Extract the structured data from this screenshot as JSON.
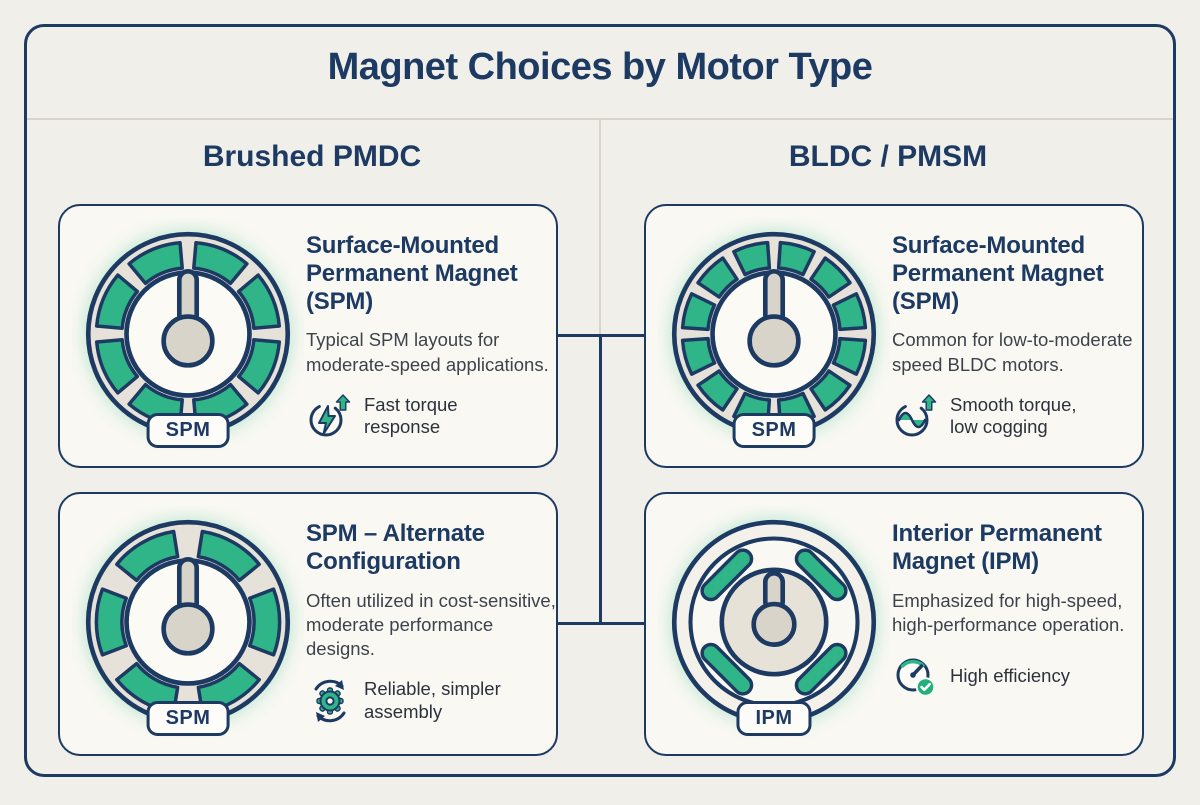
{
  "page": {
    "title": "Magnet Choices by Motor Type"
  },
  "columns": [
    {
      "header": "Brushed PMDC"
    },
    {
      "header": "BLDC / PMSM"
    }
  ],
  "colors": {
    "navy": "#1d3a63",
    "green": "#2fb588",
    "page_bg": "#f1efe9",
    "card_bg": "#f9f8f3",
    "ring_gray": "#e6e2d9",
    "key_gray": "#d9d4ca",
    "divider": "#d8d4cc",
    "body_text": "#3d434b",
    "glow_green": "#7ed3ae"
  },
  "cards": [
    {
      "title": "Surface-Mounted Permanent Magnet (SPM)",
      "body": "Typical SPM layouts for moderate-speed applications.",
      "feature": "Fast torque response",
      "feature_icon": "lightning-cycle-icon",
      "badge": "SPM",
      "diagram": {
        "type": "spm",
        "segments": 8,
        "gap": 10
      }
    },
    {
      "title": "Surface-Mounted Permanent Magnet (SPM)",
      "body": "Common for low-to-moderate speed BLDC motors.",
      "feature": "Smooth torque, low cogging",
      "feature_icon": "sine-wave-cycle-icon",
      "badge": "SPM",
      "diagram": {
        "type": "spm",
        "segments": 12,
        "gap": 8
      }
    },
    {
      "title": "SPM – Alternate Configuration",
      "body": "Often utilized in cost-sensitive, moderate performance designs.",
      "feature": "Reliable, simpler assembly",
      "feature_icon": "gear-sync-icon",
      "badge": "SPM",
      "diagram": {
        "type": "spm",
        "segments": 6,
        "gap": 18
      }
    },
    {
      "title": "Interior Permanent Magnet (IPM)",
      "body": "Emphasized for high-speed, high-performance operation.",
      "feature": "High efficiency",
      "feature_icon": "gauge-check-icon",
      "badge": "IPM",
      "diagram": {
        "type": "ipm"
      }
    }
  ]
}
